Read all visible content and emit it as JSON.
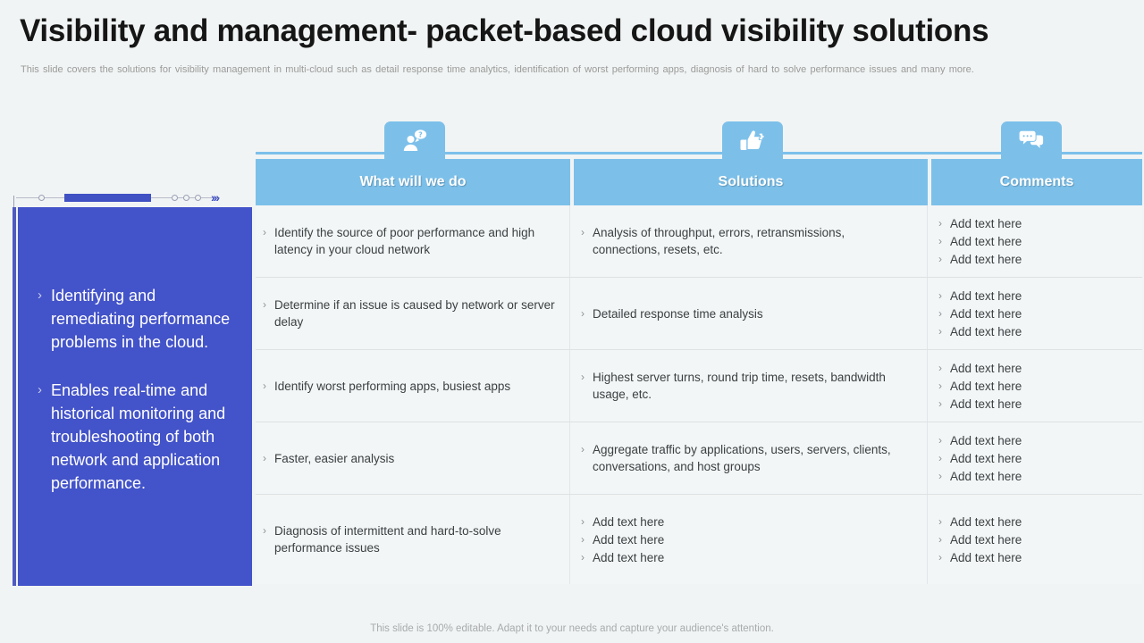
{
  "header": {
    "title": "Visibility and management- packet-based cloud visibility solutions",
    "subtitle": "This slide covers the solutions for visibility management in multi-cloud such as detail response time analytics, identification of worst performing apps, diagnosis of hard to solve performance issues and many more."
  },
  "left_panel": {
    "accent_color": "#4353c9",
    "edge_color": "#4f5bc0",
    "bullets": [
      "Identifying and remediating performance problems in the cloud.",
      "Enables real-time and historical monitoring and troubleshooting of both network and application performance."
    ],
    "decoration": {
      "chevrons": "›››",
      "bar_color": "#4051c4"
    }
  },
  "icon_tabs": [
    {
      "icon": "person-question-icon",
      "column": "What will we do"
    },
    {
      "icon": "thumbs-up-puzzle-icon",
      "column": "Solutions"
    },
    {
      "icon": "speech-bubbles-icon",
      "column": "Comments"
    }
  ],
  "table": {
    "header_color": "#7cc0ea",
    "columns": [
      "What will we do",
      "Solutions",
      "Comments"
    ],
    "rows": [
      {
        "what_will_we_do": [
          "Identify the source of poor performance and high latency in your cloud network"
        ],
        "solutions": [
          "Analysis of throughput, errors, retransmissions, connections, resets, etc."
        ],
        "comments": [
          "Add text here",
          "Add text here",
          "Add text here"
        ]
      },
      {
        "what_will_we_do": [
          "Determine if an issue is caused by network or server delay"
        ],
        "solutions": [
          "Detailed response time analysis"
        ],
        "comments": [
          "Add text here",
          "Add text here",
          "Add text here"
        ]
      },
      {
        "what_will_we_do": [
          "Identify worst performing apps, busiest apps"
        ],
        "solutions": [
          "Highest server turns, round trip time, resets, bandwidth usage, etc."
        ],
        "comments": [
          "Add text here",
          "Add text here",
          "Add text here"
        ]
      },
      {
        "what_will_we_do": [
          "Faster, easier analysis"
        ],
        "solutions": [
          "Aggregate traffic by applications, users, servers, clients, conversations, and host groups"
        ],
        "comments": [
          "Add text here",
          "Add text here",
          "Add text here"
        ]
      },
      {
        "what_will_we_do": [
          "Diagnosis of intermittent and hard-to-solve performance issues"
        ],
        "solutions": [
          "Add text here",
          "Add text here",
          "Add text here"
        ],
        "comments": [
          "Add text here",
          "Add text here",
          "Add text here"
        ]
      }
    ],
    "bullet_glyph": "›"
  },
  "footer": {
    "note": "This slide is 100% editable. Adapt it to your needs and capture your audience's attention."
  }
}
